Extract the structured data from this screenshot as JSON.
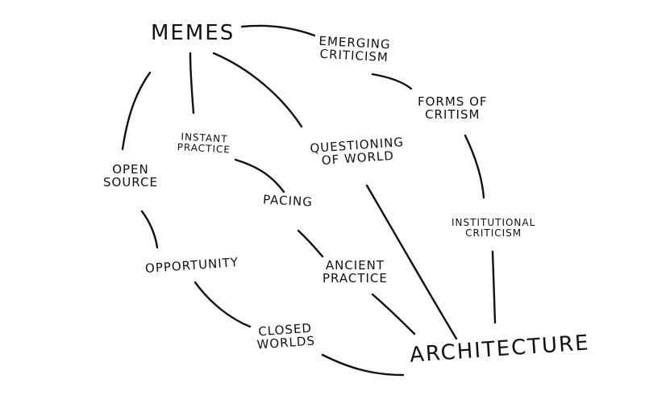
{
  "diagram": {
    "nodes": {
      "memes": "MEMES",
      "emerging_criticism": {
        "line1": "EMERGING",
        "line2": "CRITICISM"
      },
      "forms_of_criticism": {
        "line1": "FORMS OF",
        "line2": "CRITISM"
      },
      "institutional_criticism": {
        "line1": "INSTITUTIONAL",
        "line2": "CRITICISM"
      },
      "architecture": "ARCHITECTURE",
      "open_source": {
        "line1": "OPEN",
        "line2": "SOURCE"
      },
      "instant_practice": {
        "line1": "INSTANT",
        "line2": "PRACTICE"
      },
      "questioning_of_world": {
        "line1": "QUESTIONING",
        "line2": "OF WORLD"
      },
      "pacing": "PACING",
      "opportunity": "OPPORTUNITY",
      "ancient_practice": {
        "line1": "ANCIENT",
        "line2": "PRACTICE"
      },
      "closed_worlds": {
        "line1": "CLOSED",
        "line2": "WORLDS"
      }
    }
  }
}
